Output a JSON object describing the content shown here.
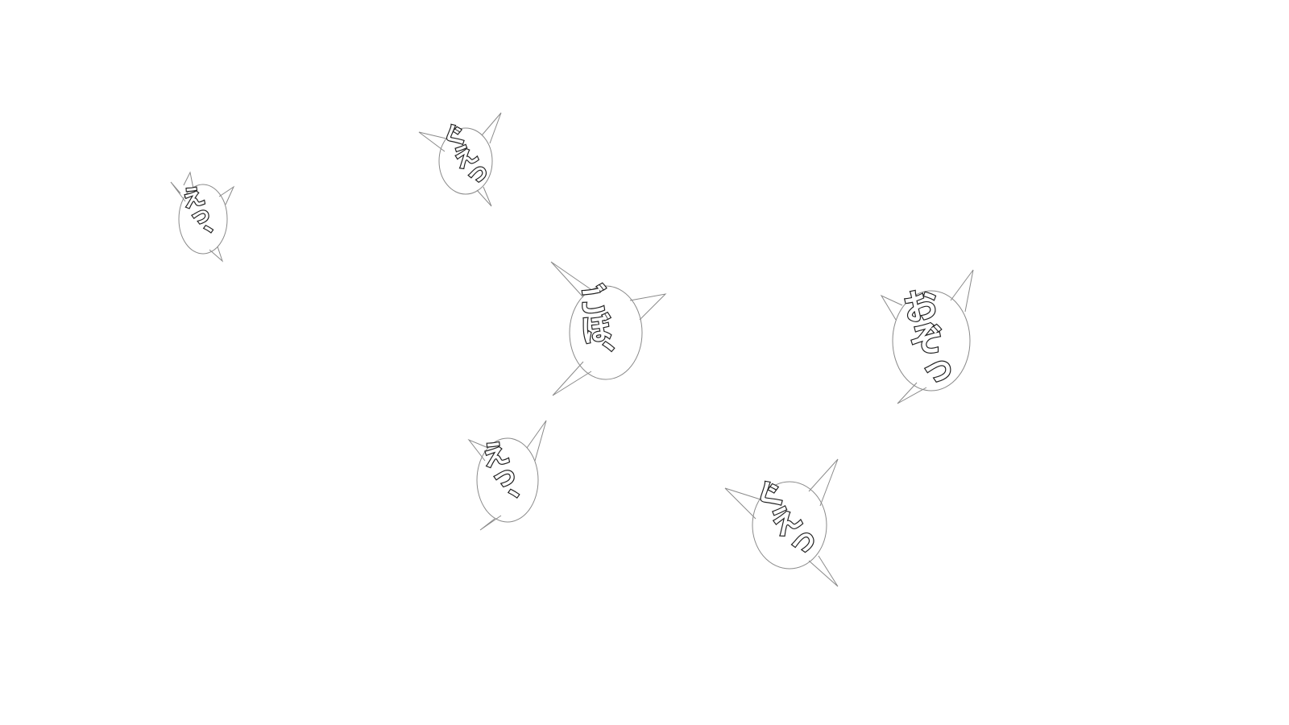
{
  "colors": {
    "background": "#ffffff",
    "outline": "#8a8a8a",
    "text_fill": "#ffffff",
    "text_stroke": "#222222"
  },
  "bubbles": [
    {
      "id": "b1",
      "text": "えっ、"
    },
    {
      "id": "b2",
      "text": "ぐえっ"
    },
    {
      "id": "b3",
      "text": "ごぼ、"
    },
    {
      "id": "b4",
      "text": "おぞっ"
    },
    {
      "id": "b5",
      "text": "えっ、"
    },
    {
      "id": "b6",
      "text": "ぐえっ"
    }
  ]
}
